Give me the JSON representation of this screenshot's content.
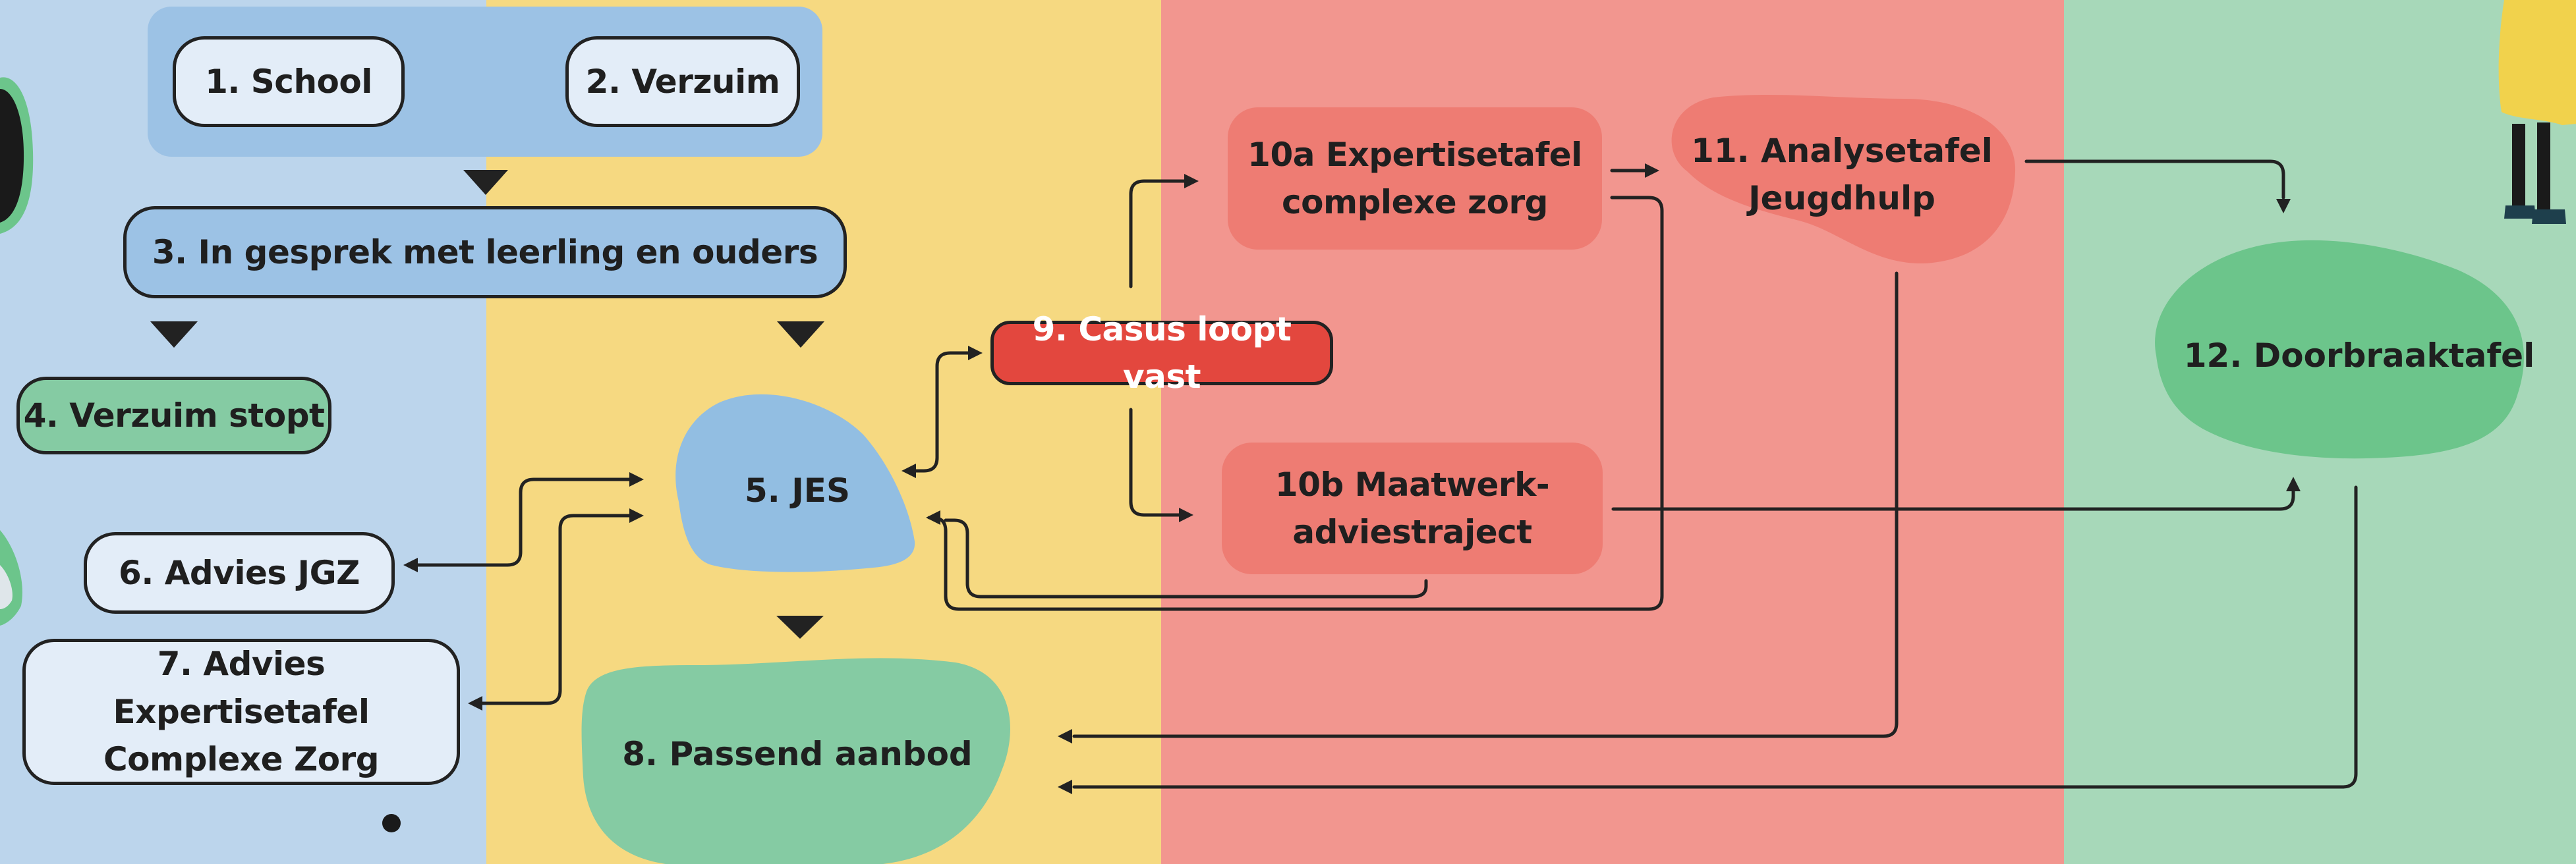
{
  "colors": {
    "blue_band": "#bcd5ec",
    "yellow_band": "#f6d981",
    "red_band": "#f2968f",
    "green_band": "#a7d8b9",
    "blue_node": "#9cc2e5",
    "light_node": "#e3edf8",
    "green_node": "#85cba3",
    "salmon_node": "#ee7c73",
    "alert_node": "#e3473e"
  },
  "nodes": {
    "school": "1. School",
    "verzuim": "2. Verzuim",
    "gesprek": "3. In gesprek met leerling en ouders",
    "verzuim_stopt": "4. Verzuim stopt",
    "jes": "5. JES",
    "advies_jgz": "6. Advies JGZ",
    "advies_expertisetafel": "7. Advies Expertisetafel\nComplexe Zorg",
    "passend_aanbod": "8. Passend aanbod",
    "casus_loopt_vast": "9. Casus loopt vast",
    "expertisetafel": "10a Expertisetafel\ncomplexe zorg",
    "maatwerk": "10b Maatwerk-\nadviestraject",
    "analysetafel": "11. Analysetafel\nJeugdhulp",
    "doorbraaktafel": "12. Doorbraaktafel"
  },
  "figures": [
    "person-illustration-left",
    "person-illustration-right"
  ]
}
